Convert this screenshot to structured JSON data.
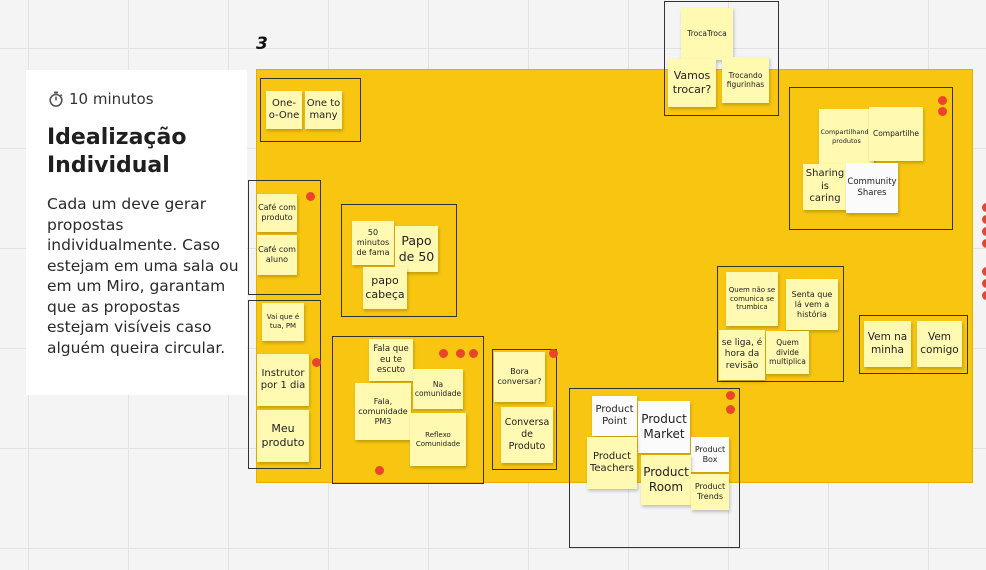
{
  "frame_number": "3",
  "panel": {
    "timer": "10 minutos",
    "title": "Idealização Individual",
    "description": "Cada um deve gerar propostas individualmente. Caso estejam em uma sala ou em um Miro, garantam que as propostas estejam visíveis caso alguém queira circular."
  },
  "notes": {
    "one_o_one": "One-o-One",
    "one_to_many": "One to many",
    "cafe_com_produto": "Café com produto",
    "cafe_com_aluno": "Café com aluno",
    "vai_que_e_tua": "Vai que é tua, PM",
    "instrutor": "Instrutor por 1 dia",
    "meu_produto": "Meu produto",
    "minutos_fama": "50 minutos de fama",
    "papo_de_50": "Papo de 50",
    "papo_cabeca": "papo cabeça",
    "fala_que_eu_te_escuto": "Fala que eu te escuto",
    "na_comunidade": "Na comunidade",
    "fala_comunidade": "Fala, comunidade PM3",
    "reflexo_comunidade": "Reflexo Comunidade",
    "bora_conversar": "Bora conversar?",
    "conversa_de_produto": "Conversa de Produto",
    "troca_troca": "TrocaTroca",
    "vamos_trocar": "Vamos trocar?",
    "trocando_figurinhas": "Trocando figurinhas",
    "compartilhando_produtos": "Compartilhando produtos",
    "compartilhe": "Compartilhe",
    "sharing_is_caring": "Sharing is caring",
    "community_shares": "Community Shares",
    "quem_nao_se_comunica": "Quem não se comunica se trumbica",
    "senta_que_la_vem": "Senta que lá vem a história",
    "se_liga_revisao": "se liga, é hora da revisão",
    "quem_divide": "Quem divide multiplica",
    "vem_na_minha": "Vem na minha",
    "vem_comigo": "Vem comigo",
    "product_point": "Product Point",
    "product_market": "Product Market",
    "product_box": "Product Box",
    "product_teachers": "Product Teachers",
    "product_room": "Product Room",
    "product_trends": "Product Trends"
  },
  "colors": {
    "board": "#f8c611",
    "sticky": "#fff9b1",
    "vote_dot": "#e8452c",
    "panel": "#ffffff"
  },
  "icons": [
    "stopwatch-icon",
    "vote-dot"
  ]
}
